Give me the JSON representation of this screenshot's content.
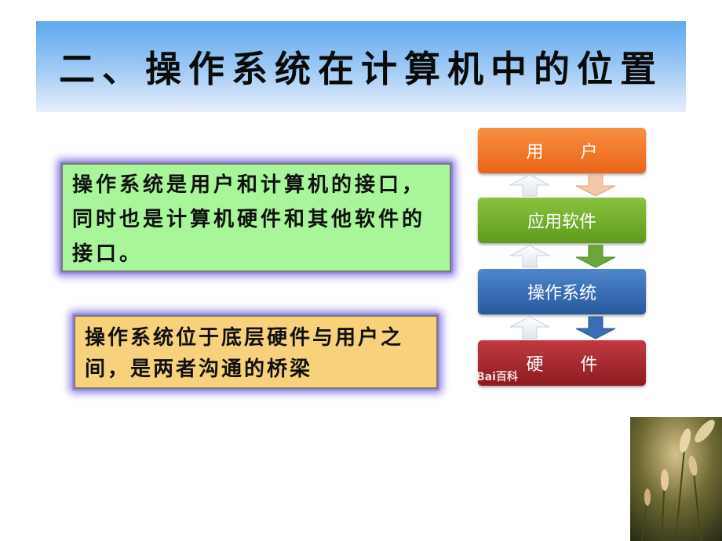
{
  "slide": {
    "title": "二、操作系统在计算机中的位置"
  },
  "notes": [
    {
      "text": "操作系统是用户和计算机的接口，同时也是计算机硬件和其他软件的接口。"
    },
    {
      "text": "操作系统位于底层硬件与用户之间，是两者沟通的桥梁"
    }
  ],
  "diagram": {
    "layers": [
      {
        "label": "用 户",
        "color": "#ea6418"
      },
      {
        "label": "应用软件",
        "color": "#5e9b1d"
      },
      {
        "label": "操作系统",
        "color": "#28599f"
      },
      {
        "label": "硬 件",
        "color": "#8c1a20"
      }
    ],
    "watermark": "Bai百科",
    "arrow_icon": "double-arrow-icon"
  },
  "photo": {
    "icon": "grass-photo"
  }
}
